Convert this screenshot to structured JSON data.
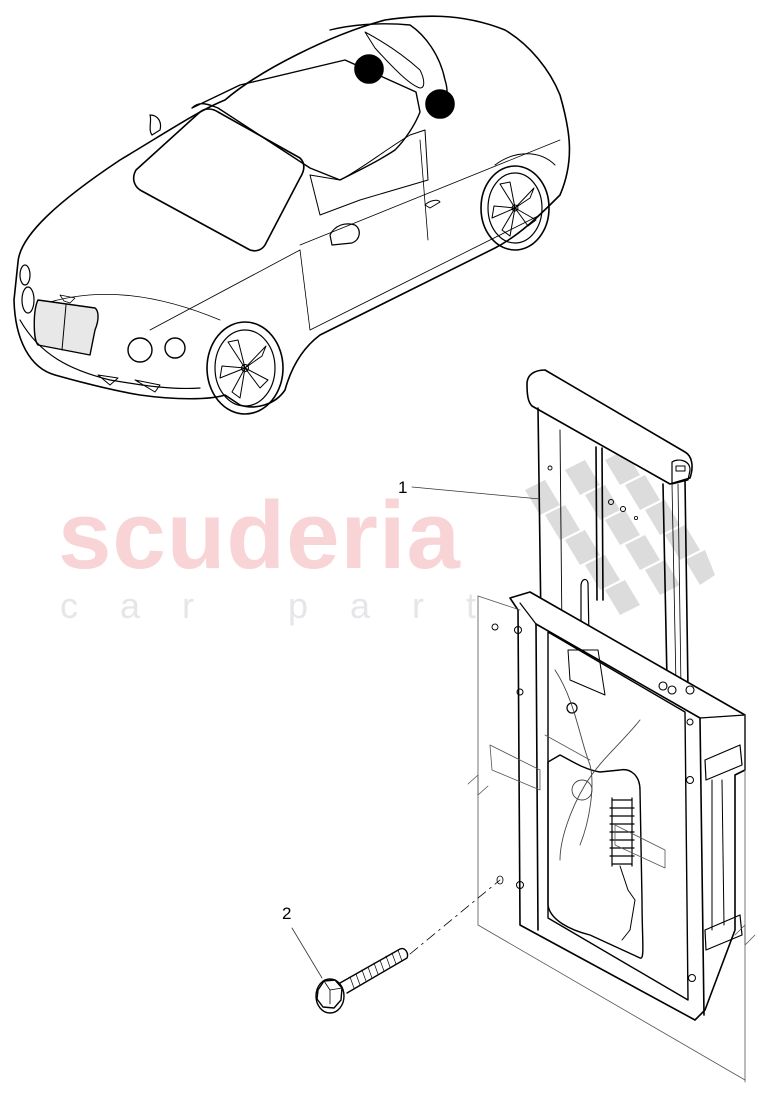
{
  "diagram": {
    "type": "exploded-parts-illustration",
    "subject": "convertible car with roof mechanism component",
    "vehicle_markers": 2,
    "watermark": {
      "brand": "scuderia",
      "tagline": "car parts",
      "brand_color": "#f8d4d6",
      "tagline_color": "#e6e6ea"
    },
    "callouts": [
      {
        "number": "1",
        "part": "hydraulic lift / slide mechanism assembly"
      },
      {
        "number": "2",
        "part": "flange bolt"
      }
    ],
    "colors": {
      "line": "#000000",
      "thin_line": "#555555",
      "checker": "#d9d9d9",
      "background": "#ffffff"
    }
  }
}
